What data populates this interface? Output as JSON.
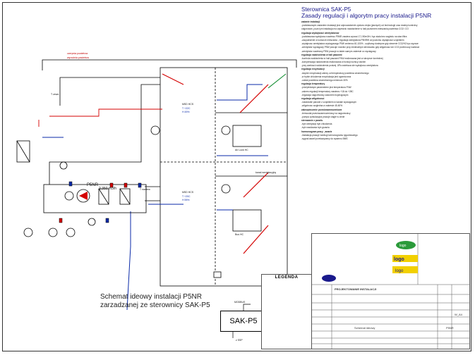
{
  "header": {
    "title_line1": "Sterownica SAK-P5",
    "title_line2": "Zasady regulacji i algorytm pracy instalacji  P5NR"
  },
  "spec_sections": [
    {
      "heading": "zadanie instalacji",
      "lines": [
        "-podstawowym zadaniem instalacji jest odprowadzenie zyskow ciepla (jawnych) od technologii oraz  dostep kontrolny",
        "odgorowan, poza tym instalacja ma zapewnic nadcisnienie w hali poziomem mieszania powietrza CO2 i CO"
      ]
    },
    {
      "heading": "regulacja wydajnosci wentylatorow",
      "lines": [
        "-podstawowa wydajnosc nawiewu P5NR zawiera wynosi 17,150m3/h i byc stala bez wzgledu na stan filtra",
        "-zaopatrzenie w komorze mieszania , regulacja wentylatora P5NRW od poziomu wydajnosci czujnikiem",
        "-wydajnosc wentylatora wyciagowego P5W zmienna 40-100% - uzytkowy dostepne gdy stezenie CO2/H2 byc wyzsze",
        "-wentylator wyciagowy P5W pracuje rowniez przy minimalnym sterowaniu gdy wilgotnosc lub CO2 przekroczy wartosci",
        "-wentylator nawiewny P5W pracuje w takim samym zakresie co wyciagowy"
      ]
    },
    {
      "heading": "regulacja nadcisnienia w hali pasowni",
      "lines": [
        "-kontrola nadcisnienia w hali pasowni P4W realizowana jest w skrzynce kontrolnej",
        "-kompensacja nadcisnienia realizowana w funkcji roznicy cisnien",
        "-przy wartosci nadcisnienia ponizej -5Pa zwieksza sie wydajnosc wentylatora"
      ]
    },
    {
      "heading": "regulacja recyrkulacji",
      "lines": [
        "-stopien recyrkulacji zalezy od temperatury powietrza zewnetrznego",
        "-w trybie chlodzenia recyrkulacja jest ograniczona",
        "-udzial powietrza zewnetrznego minimum 30%"
      ]
    },
    {
      "heading": "regulacja temperatury",
      "lines": [
        "-priorytetowym parametrem jest temperatura P4W",
        "-zakres regulacji temperatury nawiewu +18 do +28C",
        "-regulacja nagrzewnicy zaworem trojdrogowym"
      ]
    },
    {
      "heading": "regulacja wilgotnosci",
      "lines": [
        "-nawilzanie parowe z czujnikiem w kanale wyciagowym",
        "-wilgotnosc wzgledna w zakresie 45-60%"
      ]
    },
    {
      "heading": "zabezpieczenie przeciwzamrozeniowe",
      "lines": [
        "-termostat przeciwzamrozeniowy na nagrzewnicy",
        "-pompa cyrkulacyjna pracuje ciagle w zimie"
      ]
    },
    {
      "heading": "sterowanie z panelu",
      "lines": [
        "-tryb wentylacji  tryb chlodzenia",
        "-tryb nawilzania  tryb grzania"
      ]
    },
    {
      "heading": "harmonogram pracy , awarie",
      "lines": [
        "-instalacja pracuje wedlug harmonogramu tygodniowego",
        "-sygnal awarii przekazywany do systemu BMS"
      ]
    }
  ],
  "schematic": {
    "title_line1": "Schemat ideowy instalacji  P5NR",
    "title_line2": "zarzadzanej ze sterownicy SAK-P5",
    "controller": "SAK-P5",
    "modbus": "MODBUS",
    "ssp": "z SSP",
    "airflow": "2.350 m3/h",
    "unit": "P5NR",
    "room1": {
      "name": "MSD HCS",
      "lines": [
        "T +22C",
        "H 45%"
      ]
    },
    "room2": {
      "name": "MSD HCS",
      "lines": [
        "T +20C",
        "H 55%"
      ]
    },
    "labels": {
      "intake": "czerpnia powietrza",
      "exhaust": "wyrzutnia powietrza",
      "sensor1": "T zewn.",
      "sensor2": "T nawiew",
      "ctrl1": "Air Lock HC",
      "ctrl2": "Bus HC",
      "duct": "kanal wentylacyjny"
    }
  },
  "legend": {
    "title": "LEGENDA"
  },
  "title_block": {
    "company": "PROJEKTOWANIE INSTALACJI",
    "project": "P5NR",
    "drawing": "Schemat ideowy",
    "sheet": "W_A4"
  },
  "colors": {
    "red": "#d40000",
    "blue": "#0a2aa8",
    "green": "#0a8a2a",
    "line": "#000000"
  }
}
